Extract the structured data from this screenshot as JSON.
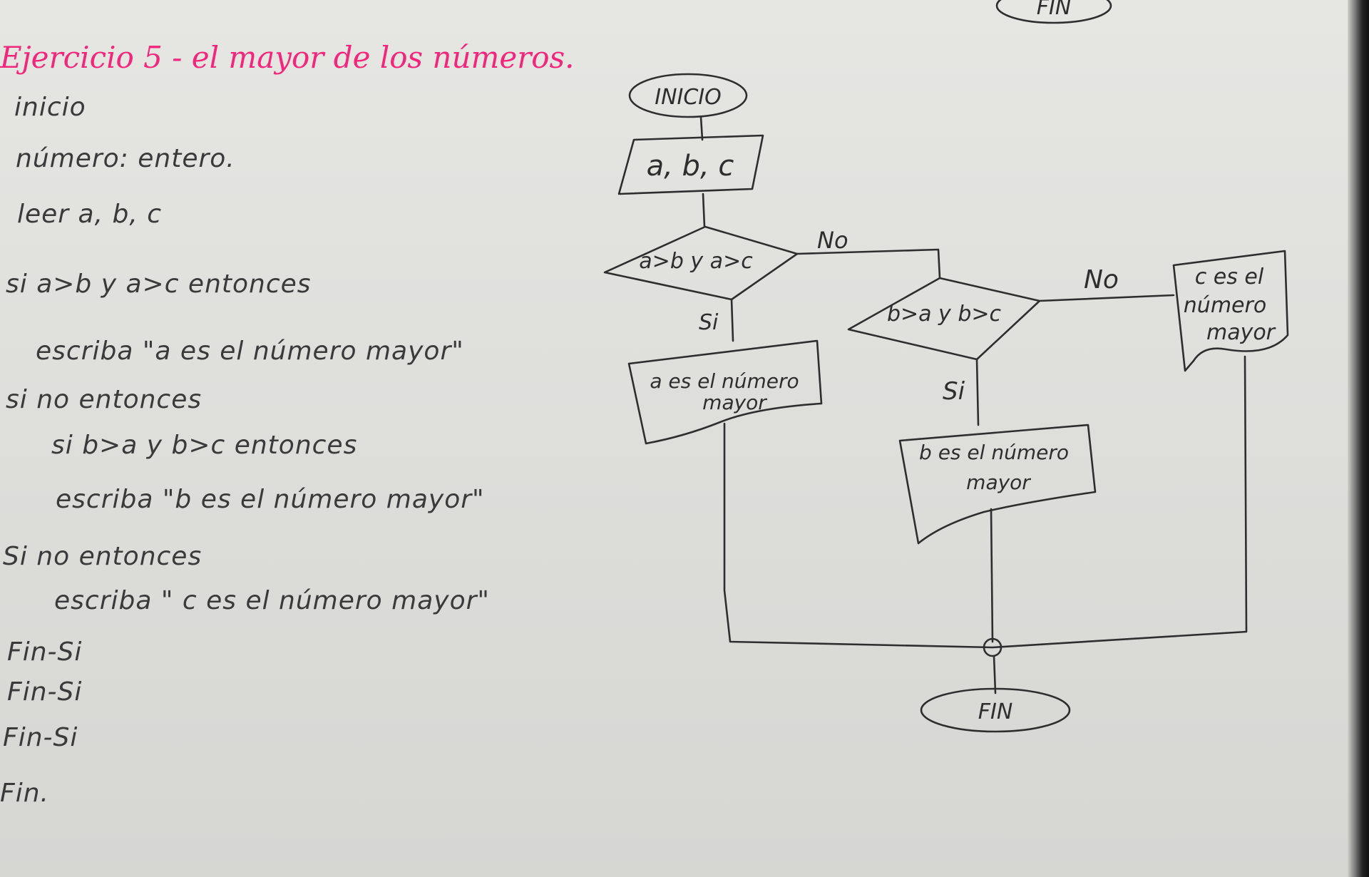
{
  "title": "Ejercicio 5 - el mayor de los números.",
  "pseudocode": [
    "inicio",
    "número: entero.",
    "leer a, b, c",
    "si a>b y a>c entonces",
    "escriba \"a es el número mayor\"",
    "si no entonces",
    "si b>a y b>c entonces",
    "escriba \"b es el número mayor\"",
    "Si no entonces",
    "escriba \" c es el número mayor\"",
    "Fin-Si",
    "Fin-Si",
    "Fin-Si",
    "Fin."
  ],
  "flowchart": {
    "top_fin": "FIN",
    "start": "INICIO",
    "input": "a, b, c",
    "decision1": "a>b y a>c",
    "decision2": "b>a y b>c",
    "label_no1": "No",
    "label_si1": "Si",
    "label_no2": "No",
    "label_si2": "Si",
    "output_a_line1": "a es el número",
    "output_a_line2": "mayor",
    "output_b_line1": "b es el número",
    "output_b_line2": "mayor",
    "output_c_line1": "c es el",
    "output_c_line2": "número",
    "output_c_line3": "mayor",
    "end": "FIN"
  },
  "colors": {
    "ink": "#2e2e2e",
    "highlight": "#f2267a",
    "paper": "#e0e0dd"
  }
}
